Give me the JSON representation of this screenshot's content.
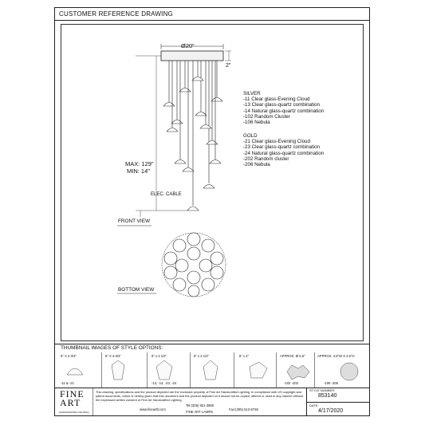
{
  "header": {
    "title": "CUSTOMER REFERENCE DRAWING"
  },
  "drawing": {
    "canopy_diameter": "Ø20\"",
    "canopy_height": "2\"",
    "max_label": "MAX: 129\"",
    "min_label": "MIN: 14\"",
    "cable_label": "ELEC. CABLE",
    "front_view": "FRONT VIEW",
    "bottom_view": "BOTTOM VIEW"
  },
  "finishes": {
    "silver_title": "SILVER",
    "silver": [
      "-11 Clear glass-Evening Cloud",
      "-13 Clear glass-quartz combination",
      "-14 Natural glass-quartz combination",
      "-102 Random Cluster",
      "-106 Nebula"
    ],
    "gold_title": "GOLD",
    "gold": [
      "-21 Clear glass-Evening Cloud",
      "-23 Clear glass-quartz combination",
      "-24 Natural glass-quartz combination",
      "-202 Random cluster",
      "-206 Nebula"
    ]
  },
  "thumbnails": {
    "title": "THUMBNAIL IMAGES OF STYLE OPTIONS:",
    "items": [
      {
        "size": "5\" X 2-3/4\"",
        "code": "-11 & -21"
      },
      {
        "size": "6\" X 4-3/4\"",
        "code": ""
      },
      {
        "size": "6\" x 4 1/2\"",
        "code": "-13, -14, -23, -24"
      },
      {
        "size": "6\" x 4 1/2\"",
        "code": ""
      },
      {
        "size": "5\" x 4\"",
        "code": ""
      },
      {
        "size": "APPROX. Ø 5.5\"",
        "code": "-102 -202"
      },
      {
        "size": "APPROX. 4.5\"W X 3.5\"H",
        "code": "-106 -206"
      }
    ]
  },
  "footer": {
    "brand_line1": "FINE",
    "brand_line2": "ART",
    "brand_tagline": "HANDCRAFTED LIGHTING",
    "legal": "This drawing, specifications and the product depicted are the exclusive property of Fine Art Handcrafted Lighting. In compliance with US copyright and patent documents, notice is hereby given that this document and the product depicted on it should not be copied, altered or used in any manner without the expressed written consent of Fine Art Handcrafted Lighting.",
    "website": "www.fineartlt.com",
    "company": "FINE ART LAMPS",
    "tel": "Tel:(305) 821-3850",
    "fax": "Fax:(305) 513-5736",
    "style_no_label": "STYLE NUMBER:",
    "style_no": "853140",
    "date_label": "DATE:",
    "date": "4/17/2020"
  },
  "colors": {
    "line": "#222222",
    "fill_light": "#f2f2f2"
  }
}
